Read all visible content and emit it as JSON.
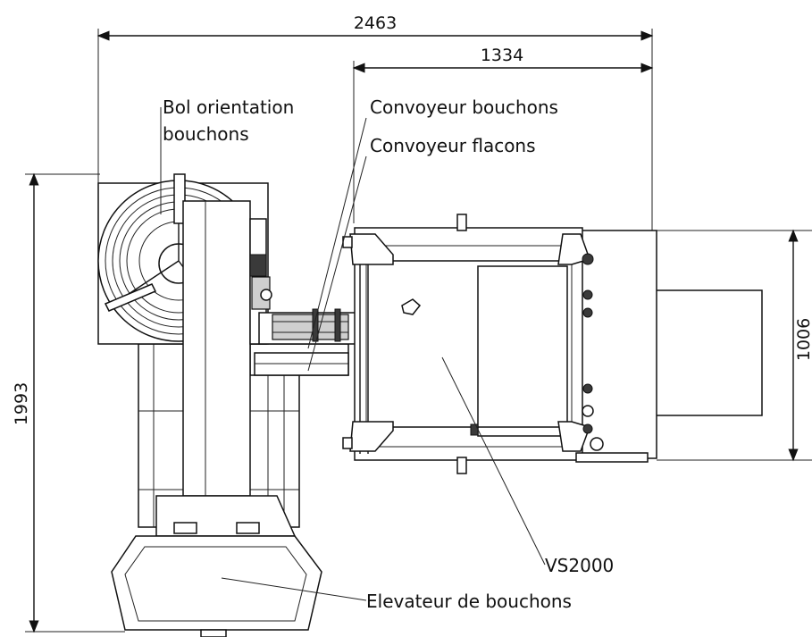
{
  "dimensions": {
    "overall_width": "2463",
    "machine_width": "1334",
    "overall_height": "1993",
    "machine_depth": "1006"
  },
  "labels": {
    "bowl_line1": "Bol orientation",
    "bowl_line2": "bouchons",
    "cap_conveyor": "Convoyeur bouchons",
    "bottle_conveyor": "Convoyeur flacons",
    "machine": "VS2000",
    "cap_elevator": "Elevateur de bouchons"
  }
}
